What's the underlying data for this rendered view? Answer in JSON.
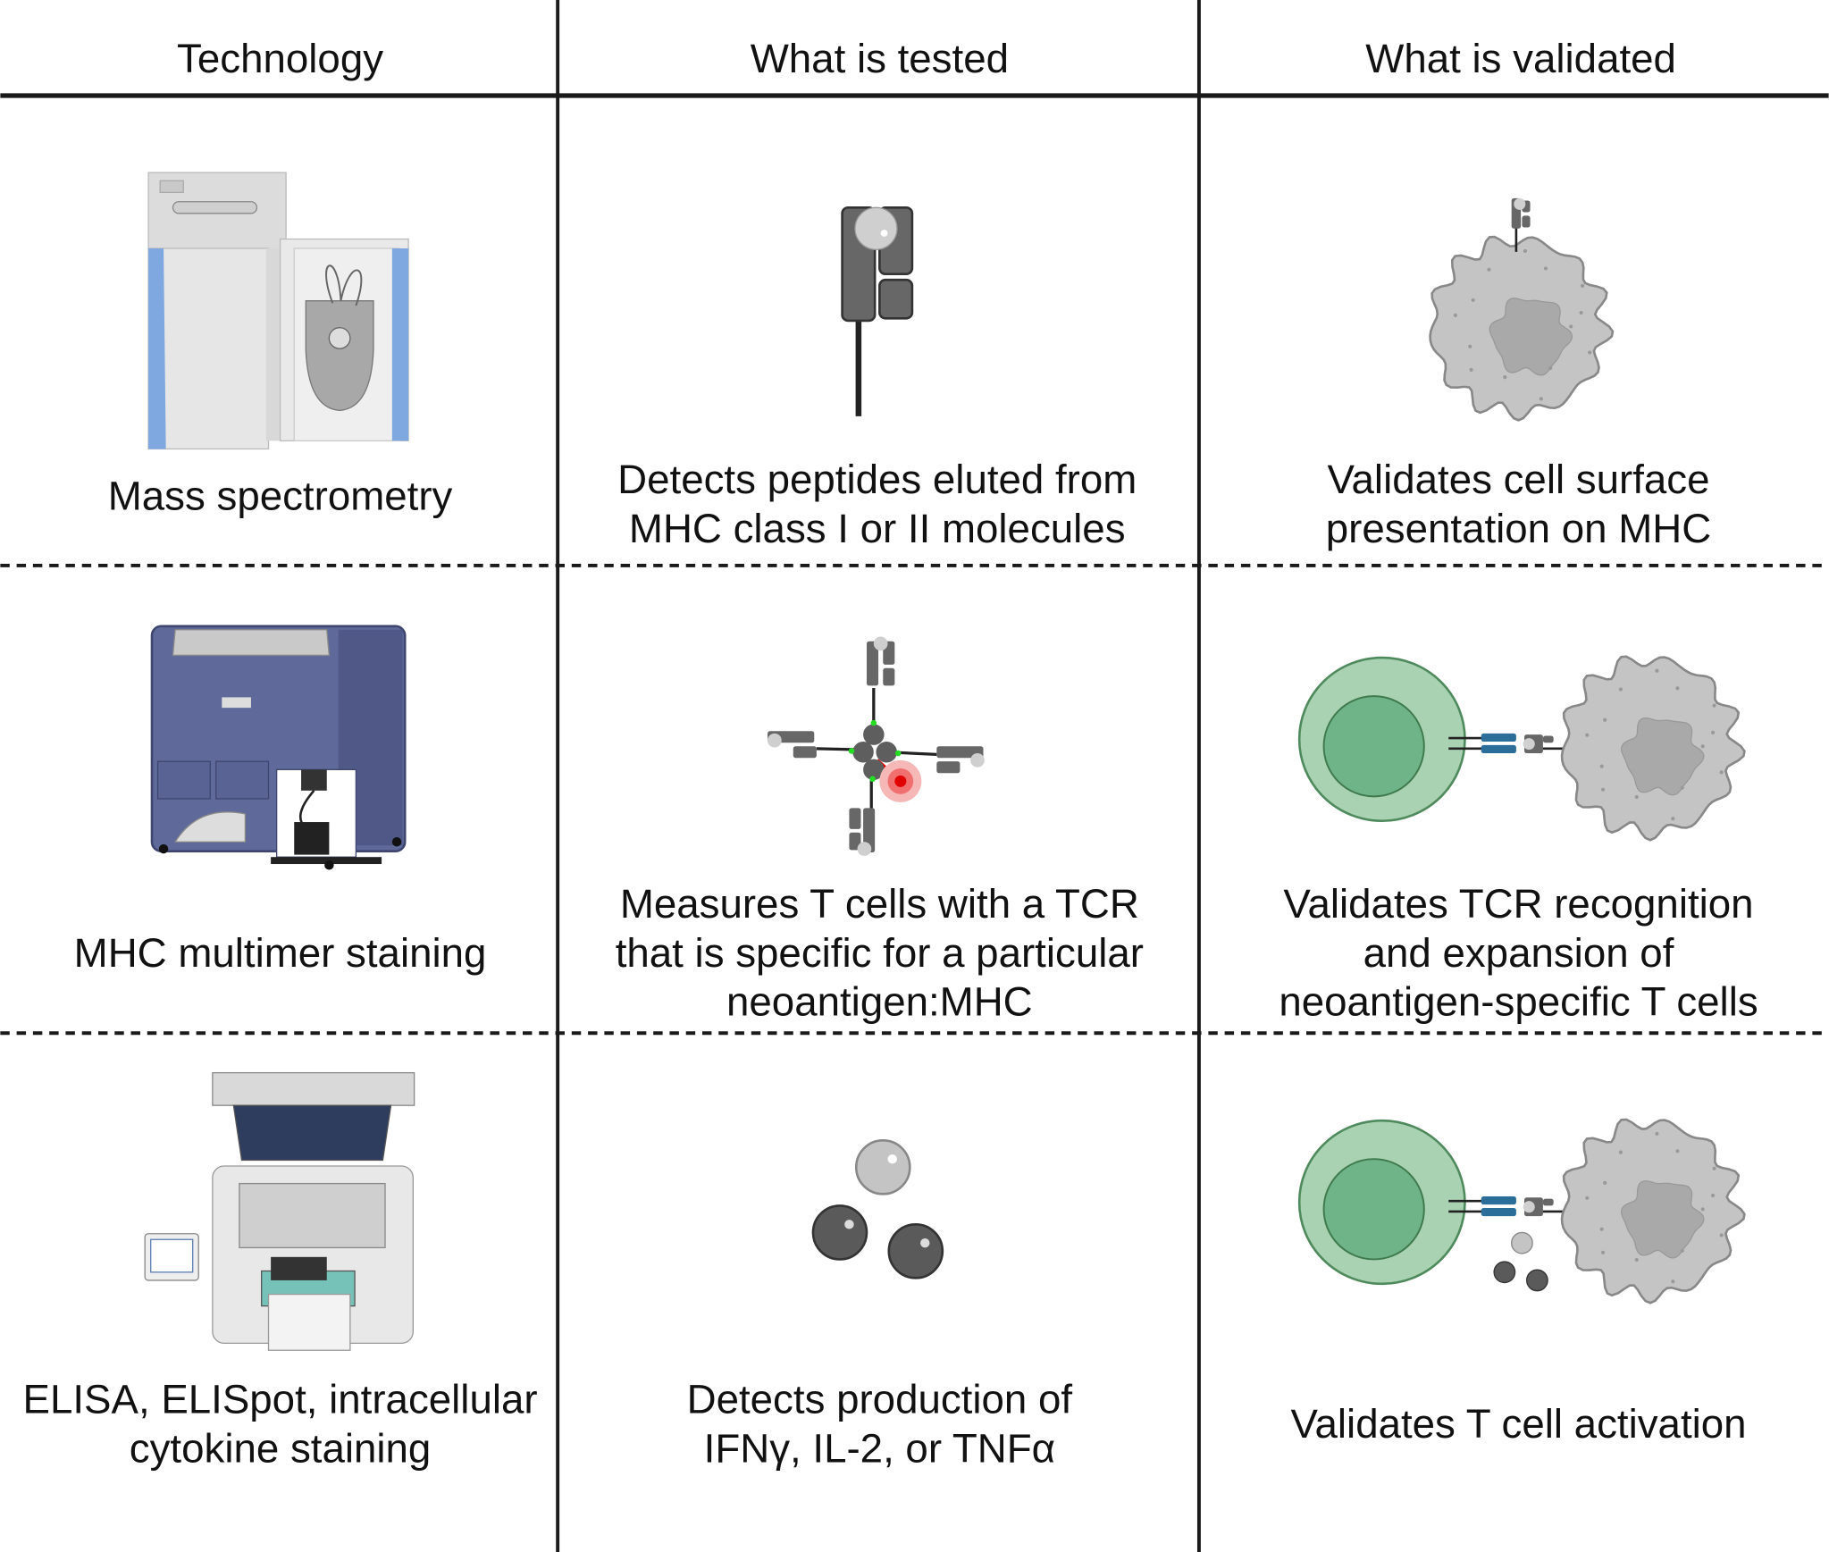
{
  "headers": [
    "Technology",
    "What is tested",
    "What is validated"
  ],
  "rows": [
    {
      "technology": [
        "Mass spectrometry"
      ],
      "tested": [
        "Detects peptides eluted from",
        "MHC class I or II molecules"
      ],
      "validated": [
        "Validates cell surface",
        "presentation on MHC"
      ]
    },
    {
      "technology": [
        "MHC multimer staining"
      ],
      "tested": [
        "Measures T cells with a TCR",
        "that is specific for a particular",
        "neoantigen:MHC"
      ],
      "validated": [
        "Validates TCR recognition",
        "and expansion of",
        "neoantigen-specific T cells"
      ]
    },
    {
      "technology": [
        "ELISA, ELISpot, intracellular",
        "cytokine staining"
      ],
      "tested": [
        "Detects production of",
        "IFNγ, IL-2, or TNFα"
      ],
      "validated": [
        "Validates T cell activation"
      ]
    }
  ],
  "colors": {
    "grid": "#1a1a1a",
    "instrument_blue": "#5f6a9a",
    "accent_blue": "#7fa8e0",
    "tcell_outer": "#a9d2b2",
    "tcell_nucleus": "#6fb388",
    "tumor": "#c4c4c4",
    "mhc": "#676767",
    "tcr": "#2a6e99",
    "fluor": "#e00000"
  }
}
